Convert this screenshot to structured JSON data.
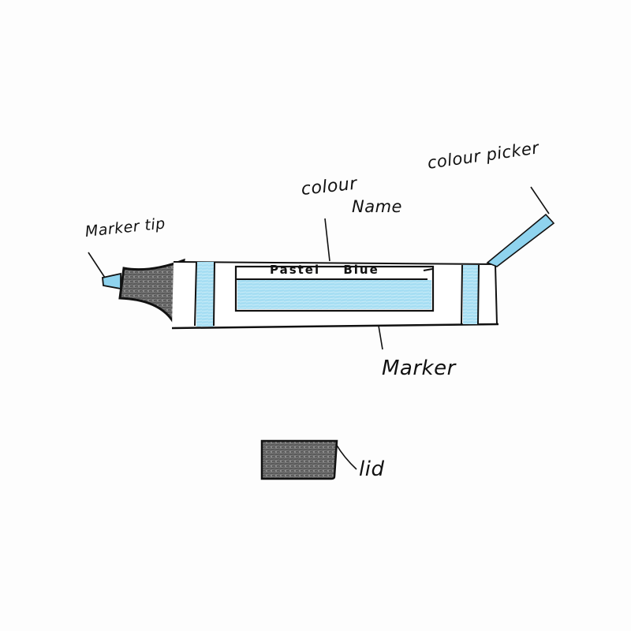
{
  "diagram": {
    "title": "",
    "labels": {
      "marker_tip": "Marker tip",
      "colour": "colour",
      "name": "Name",
      "colour_picker": "colour picker",
      "marker": "Marker",
      "lid": "lid"
    },
    "colour_name_text": "Pastel Blue",
    "components": [
      {
        "id": "marker-tip",
        "label": "Marker tip",
        "fill": "#8fd3ee"
      },
      {
        "id": "marker-nib-housing",
        "fill": "#555555"
      },
      {
        "id": "marker-body",
        "label": "Marker",
        "fill": "#ffffff"
      },
      {
        "id": "colour-name-window",
        "label": "colour Name",
        "text": "Pastel Blue"
      },
      {
        "id": "colour-swatch",
        "fill": "#a6def3"
      },
      {
        "id": "colour-picker",
        "label": "colour picker",
        "fill": "#8fd3ee"
      },
      {
        "id": "lid",
        "label": "lid",
        "fill": "#555555"
      }
    ],
    "colors": {
      "pastel_blue": "#a6def3",
      "tip_blue": "#8fd3ee",
      "graphite": "#4a4a4a",
      "ink": "#111111",
      "paper": "#fdfdfd"
    }
  }
}
